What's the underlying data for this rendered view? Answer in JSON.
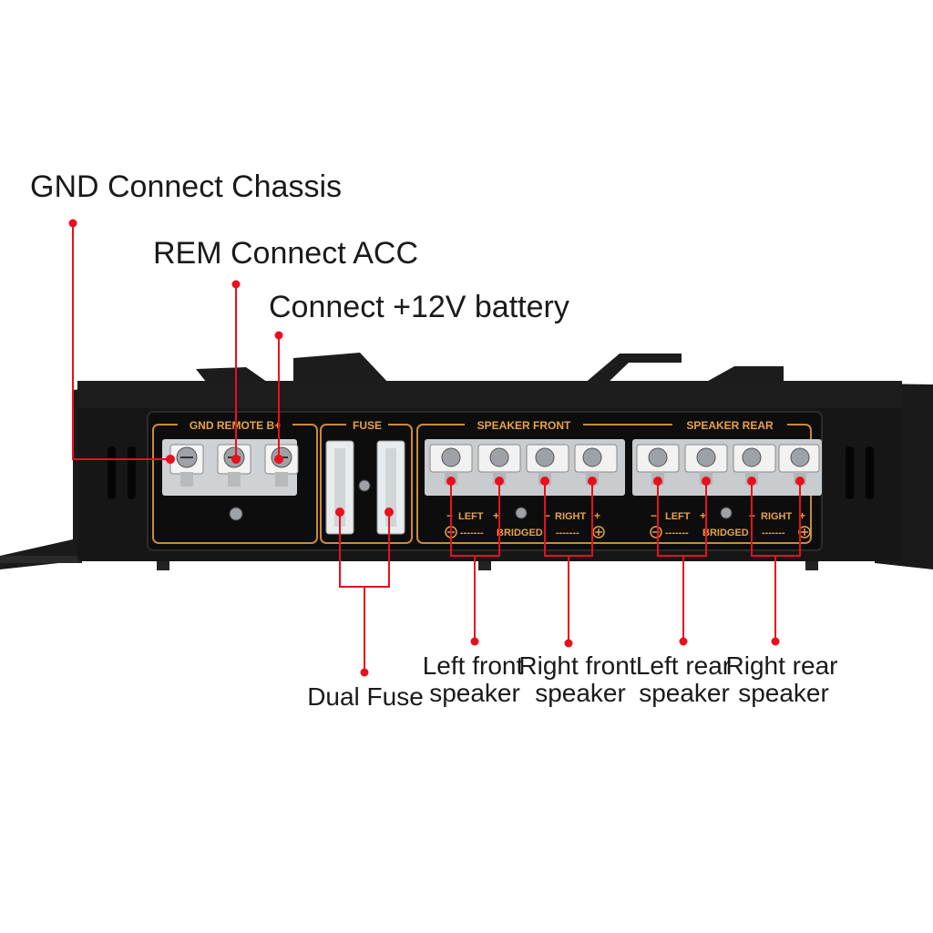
{
  "callouts": {
    "gnd": "GND Connect Chassis",
    "rem": "REM Connect ACC",
    "battery": "Connect +12V battery",
    "fuse": "Dual Fuse",
    "left_front": [
      "Left front",
      "speaker"
    ],
    "right_front": [
      "Right front",
      "speaker"
    ],
    "left_rear": [
      "Left rear",
      "speaker"
    ],
    "right_rear": [
      "Right rear",
      "speaker"
    ]
  },
  "panel": {
    "power_label": "GND REMOTE B+",
    "fuse_label": "FUSE",
    "speaker_front_label": "SPEAKER FRONT",
    "speaker_rear_label": "SPEAKER REAR",
    "left_label": "LEFT",
    "right_label": "RIGHT",
    "bridged_label": "BRIDGED",
    "minus": "−",
    "plus": "+",
    "dashes": "-------"
  },
  "colors": {
    "accent": "#e8101d",
    "panel_text": "#e7a24a",
    "chassis": "#161616"
  }
}
